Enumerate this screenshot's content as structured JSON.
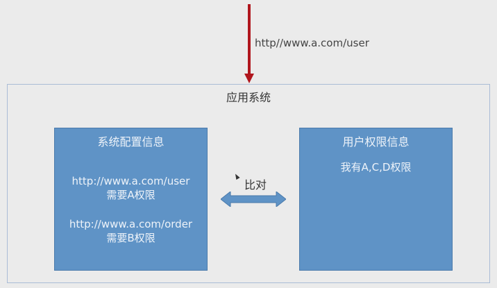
{
  "request": {
    "url_label": "http//www.a.com/user",
    "arrow_color": "#b0161d"
  },
  "system": {
    "title": "应用系统"
  },
  "config_box": {
    "title": "系统配置信息",
    "rules": [
      {
        "url": "http://www.a.com/user",
        "requirement": "需要A权限"
      },
      {
        "url": "http://www.a.com/order",
        "requirement": "需要B权限"
      }
    ],
    "fill_color": "#5f93c6"
  },
  "user_box": {
    "title": "用户权限信息",
    "permissions": "我有A,C,D权限",
    "fill_color": "#5f93c6"
  },
  "compare": {
    "label": "比对"
  }
}
